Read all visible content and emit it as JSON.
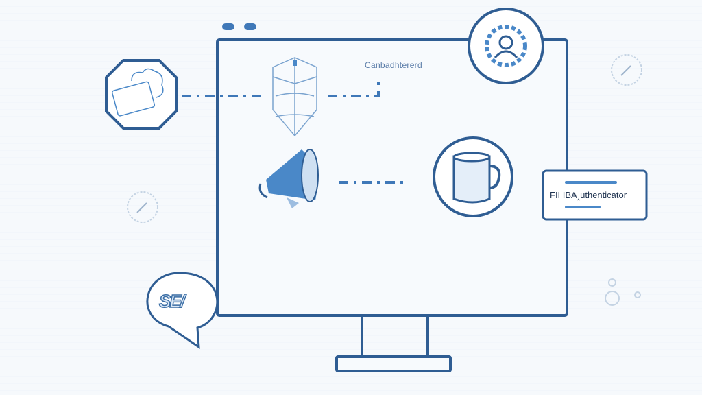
{
  "illustration": {
    "screen_caption": "Canbadhtererd",
    "auth_card_label": "FII IBA‸uthenticator",
    "speech_bubble_text": "SE/",
    "icons": [
      "user-gear-icon",
      "credit-card-cloud-icon",
      "shield-icon",
      "megaphone-icon",
      "mug-icon",
      "speech-bubble-icon"
    ],
    "colors": {
      "primary": "#2f5d93",
      "accent": "#4a88c8",
      "light": "#cfe0f2",
      "background": "#f5f8fc"
    }
  }
}
